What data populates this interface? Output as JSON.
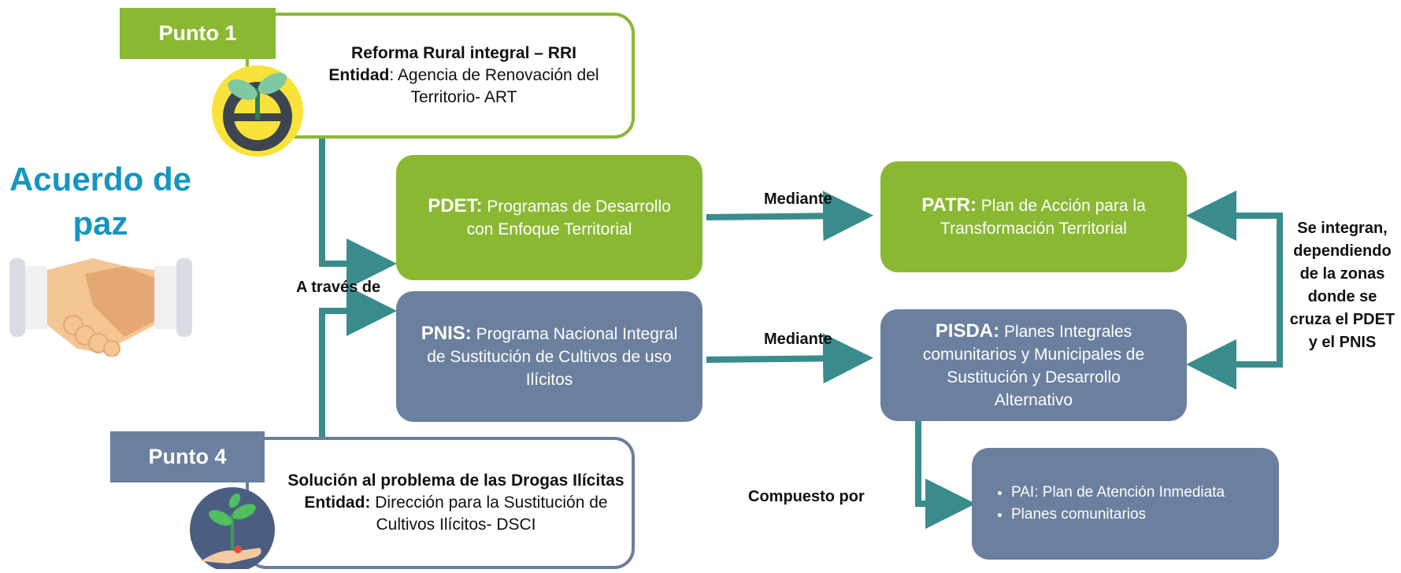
{
  "title": {
    "line1": "Acuerdo de",
    "line2": "paz"
  },
  "punto1": {
    "tab": "Punto  1",
    "title": "Reforma Rural integral – RRI",
    "entity_label": "Entidad",
    "entity_text": ": Agencia de Renovación del",
    "entity_text2": "Territorio- ART"
  },
  "punto4": {
    "tab": "Punto  4",
    "title": "Solución al problema de las Drogas Ilícitas",
    "entity_label": "Entidad:",
    "entity_text": " Dirección para la Sustitución de",
    "entity_text2": "Cultivos Ilícitos-  DSCI"
  },
  "pdet": {
    "lead": "PDET:",
    "text": " Programas de Desarrollo",
    "text2": "con Enfoque Territorial"
  },
  "pnis": {
    "lead": "PNIS:",
    "text": " Programa Nacional  Integral",
    "text2": "de Sustitución de Cultivos de uso",
    "text3": "Ilícitos"
  },
  "patr": {
    "lead": "PATR:",
    "text": " Plan de Acción para la",
    "text2": "Transformación Territorial"
  },
  "pisda": {
    "lead": "PISDA:",
    "text": " Planes Integrales",
    "text2": "comunitarios y Municipales de",
    "text3": "Sustitución  y Desarrollo",
    "text4": "Alternativo"
  },
  "components": {
    "items": [
      "PAI: Plan de Atención Inmediata",
      "Planes comunitarios"
    ]
  },
  "labels": {
    "a_traves": "A través de",
    "mediante_top": "Mediante",
    "mediante_bottom": "Mediante",
    "compuesto": "Compuesto  por"
  },
  "side_note": [
    "Se integran,",
    "dependiendo",
    "de la zonas",
    "donde se",
    "cruza el PDET",
    "y el PNIS"
  ],
  "colors": {
    "green": "#8ab833",
    "slate": "#6b7f9e",
    "teal": "#3a8c8c",
    "title_blue": "#1496c0"
  },
  "icons": {
    "punto1": "gear-plant-icon",
    "punto4": "hand-plant-icon",
    "peace": "handshake-icon"
  }
}
